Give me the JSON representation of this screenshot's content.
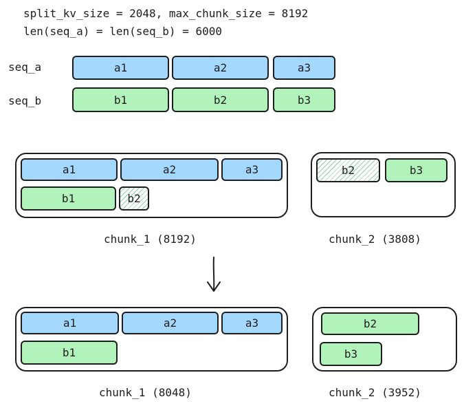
{
  "header": {
    "line1": "split_kv_size = 2048, max_chunk_size = 8192",
    "line2": "len(seq_a) = len(seq_b) = 6000"
  },
  "sequences": {
    "seq_a": {
      "label": "seq_a",
      "blocks": [
        "a1",
        "a2",
        "a3"
      ]
    },
    "seq_b": {
      "label": "seq_b",
      "blocks": [
        "b1",
        "b2",
        "b3"
      ]
    }
  },
  "before": {
    "chunk1": {
      "label": "chunk_1 (8192)",
      "blocks": [
        "a1",
        "a2",
        "a3",
        "b1",
        "b2"
      ]
    },
    "chunk2": {
      "label": "chunk_2 (3808)",
      "blocks": [
        "b2",
        "b3"
      ]
    }
  },
  "after": {
    "chunk1": {
      "label": "chunk_1 (8048)",
      "blocks": [
        "a1",
        "a2",
        "a3",
        "b1"
      ]
    },
    "chunk2": {
      "label": "chunk_2 (3952)",
      "blocks": [
        "b2",
        "b3"
      ]
    }
  },
  "colors": {
    "seq_a": "#a5d8ff",
    "seq_b": "#b2f2bb",
    "stroke": "#1e1e1e"
  }
}
